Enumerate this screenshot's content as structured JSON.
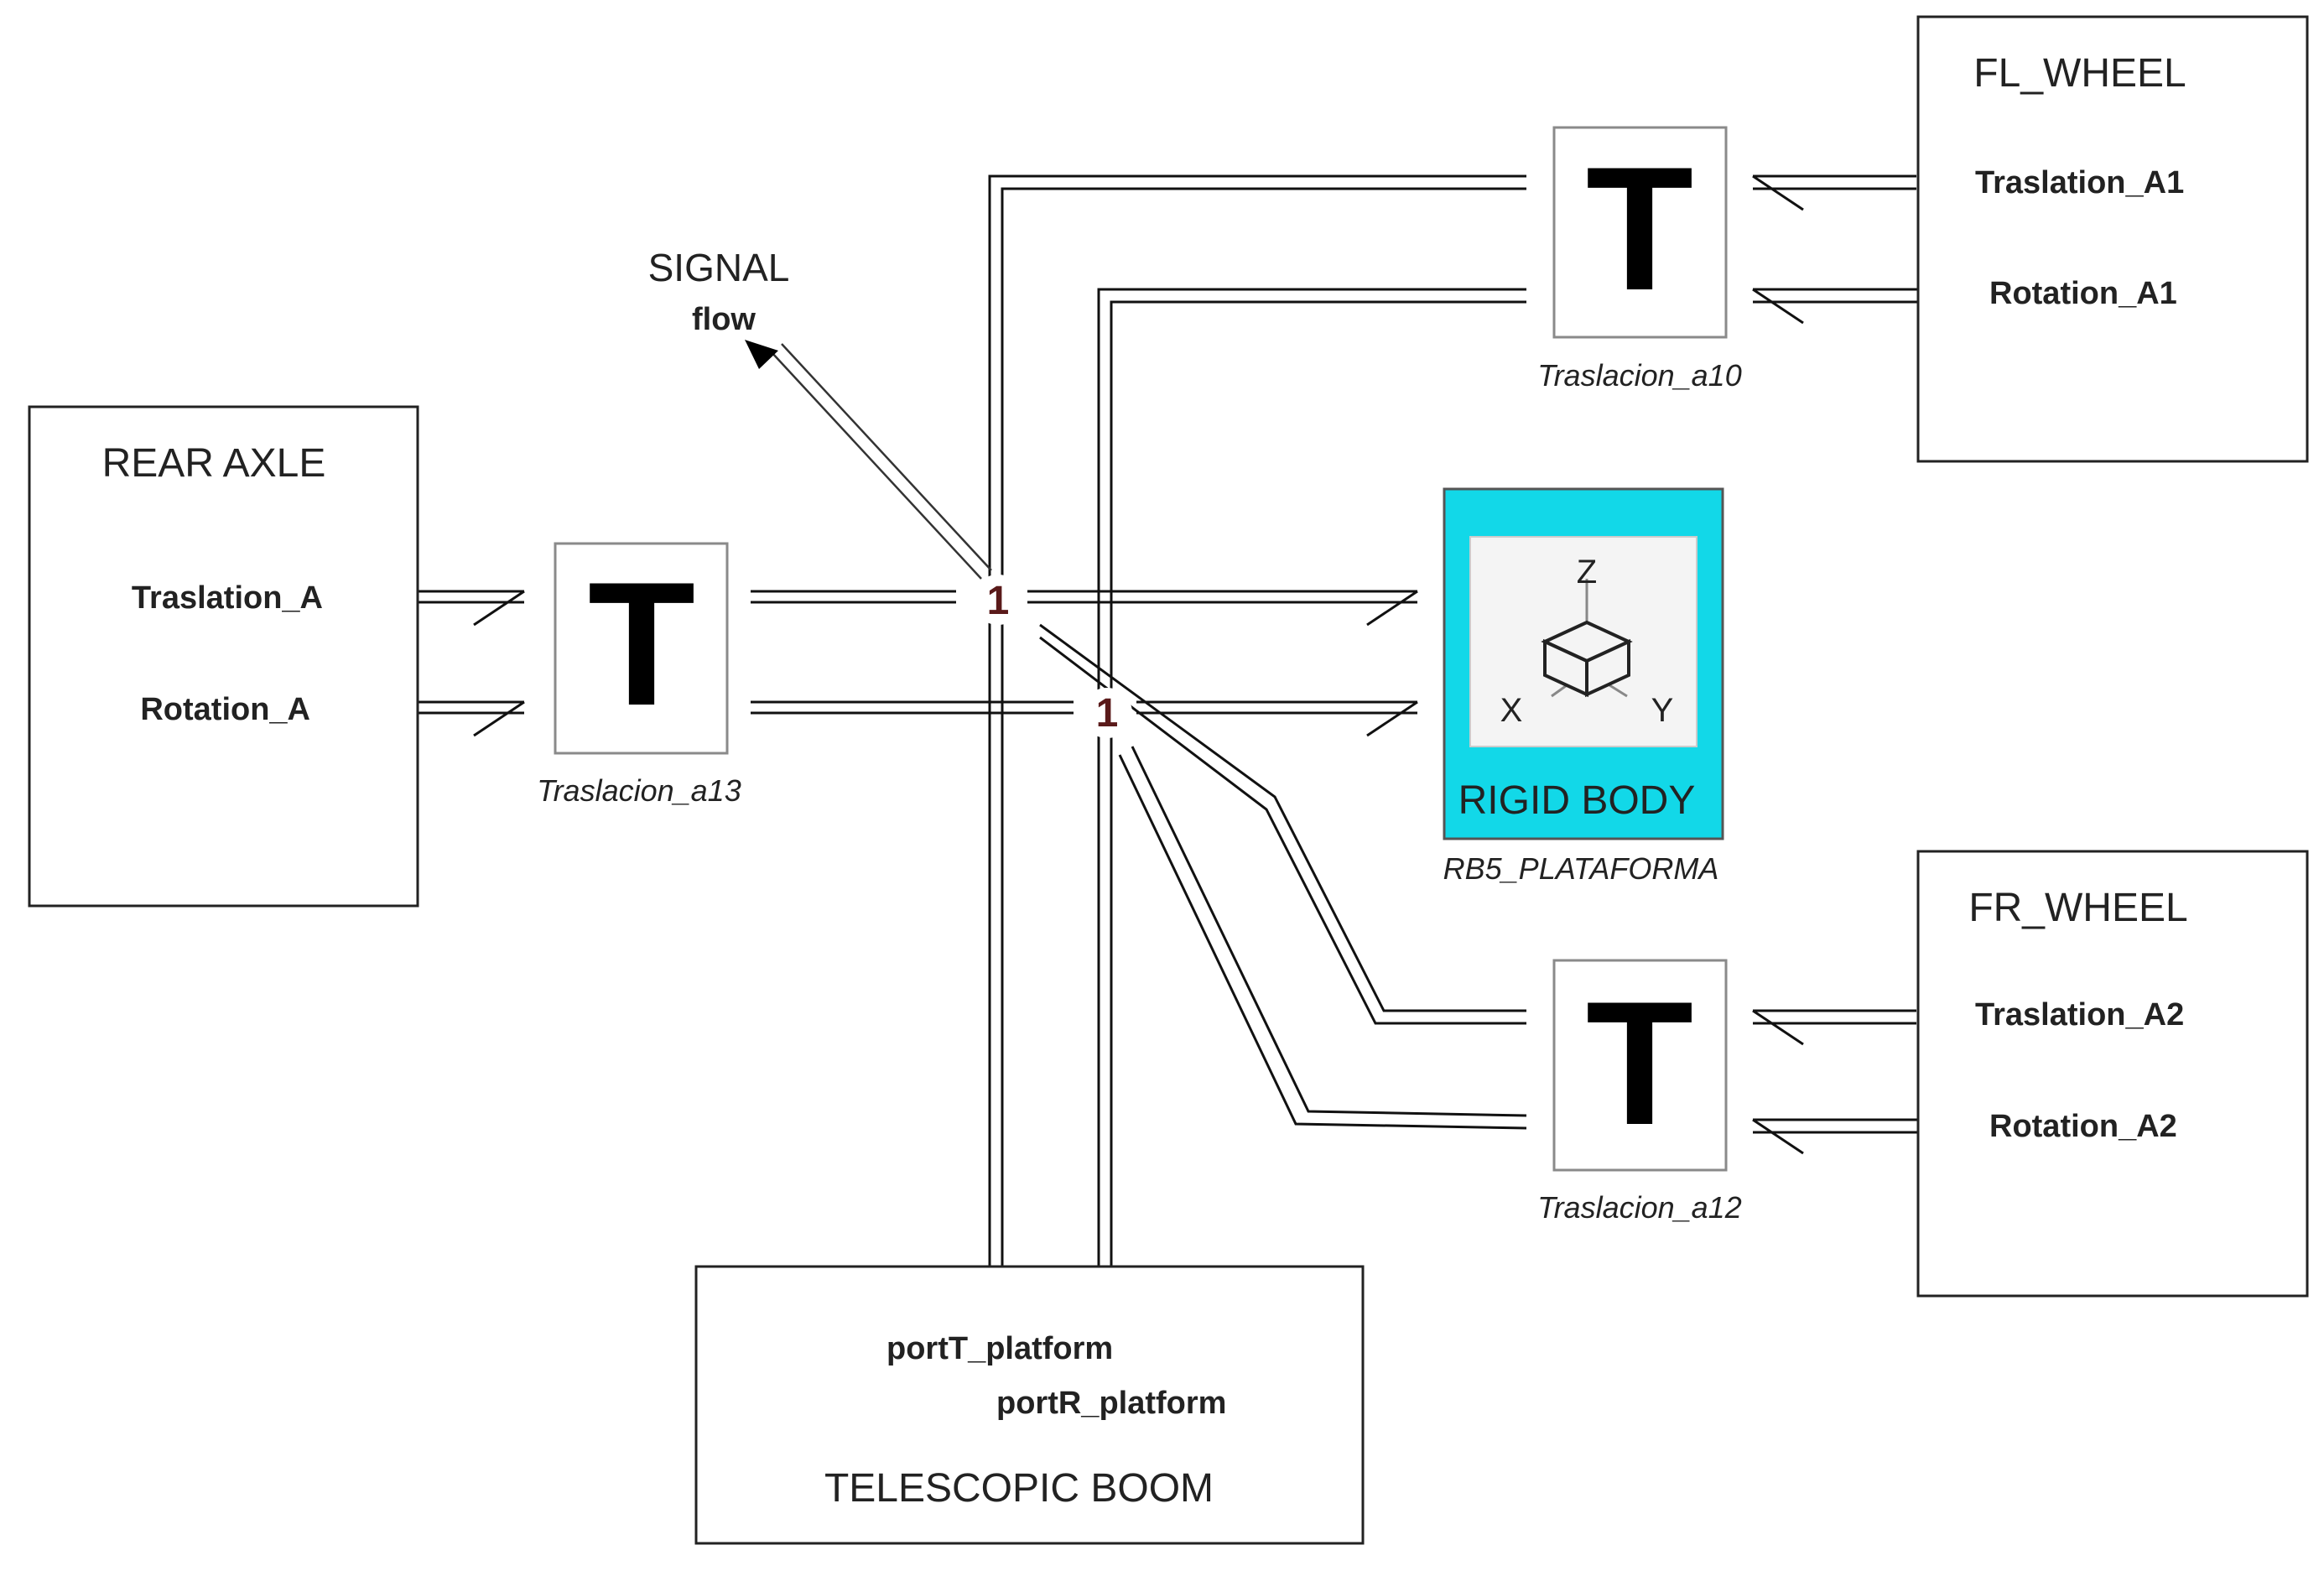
{
  "blocks": {
    "rear_axle": {
      "title": "REAR AXLE",
      "ports": [
        "Traslation_A",
        "Rotation_A"
      ]
    },
    "fl_wheel": {
      "title": "FL_WHEEL",
      "ports": [
        "Traslation_A1",
        "Rotation_A1"
      ]
    },
    "fr_wheel": {
      "title": "FR_WHEEL",
      "ports": [
        "Traslation_A2",
        "Rotation_A2"
      ]
    },
    "telescopic_boom": {
      "title": "TELESCOPIC BOOM",
      "ports": [
        "portT_platform",
        "portR_platform"
      ]
    },
    "rigid_body": {
      "title": "RIGID BODY",
      "instance": "RB5_PLATAFORMA",
      "axes": [
        "Z",
        "X",
        "Y"
      ],
      "accent": "#12d8e8"
    }
  },
  "transforms": [
    {
      "glyph": "T",
      "instance": "Traslacion_a13"
    },
    {
      "glyph": "T",
      "instance": "Traslacion_a10"
    },
    {
      "glyph": "T",
      "instance": "Traslacion_a12"
    }
  ],
  "junctions": [
    "1",
    "1"
  ],
  "signal": {
    "line1": "SIGNAL",
    "line2": "flow"
  }
}
